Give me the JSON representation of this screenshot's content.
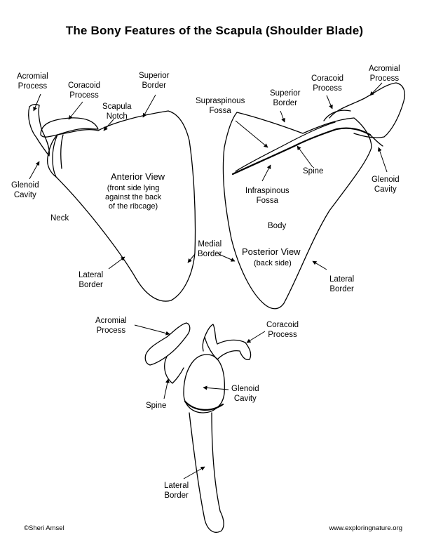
{
  "title": "The Bony Features of the Scapula (Shoulder Blade)",
  "anterior": {
    "acromial_process": "Acromial\nProcess",
    "coracoid_process": "Coracoid\nProcess",
    "superior_border": "Superior\nBorder",
    "scapula_notch": "Scapula\nNotch",
    "glenoid_cavity": "Glenoid\nCavity",
    "neck": "Neck",
    "view_title": "Anterior View",
    "view_desc": "(front side lying\nagainst the back\nof the ribcage)",
    "lateral_border": "Lateral\nBorder",
    "medial_border": "Medial\nBorder"
  },
  "posterior": {
    "supraspinous_fossa": "Supraspinous\nFossa",
    "superior_border": "Superior\nBorder",
    "coracoid_process": "Coracoid\nProcess",
    "acromial_process": "Acromial\nProcess",
    "spine": "Spine",
    "glenoid_cavity": "Glenoid\nCavity",
    "infraspinous_fossa": "Infraspinous\nFossa",
    "body": "Body",
    "view_title": "Posterior View",
    "view_desc": "(back side)",
    "lateral_border": "Lateral\nBorder"
  },
  "lateral_view": {
    "acromial_process": "Acromial\nProcess",
    "coracoid_process": "Coracoid\nProcess",
    "glenoid_cavity": "Glenoid\nCavity",
    "spine": "Spine",
    "lateral_border": "Lateral\nBorder"
  },
  "footer": {
    "credit": "©Sheri Amsel",
    "website": "www.exploringnature.org"
  }
}
